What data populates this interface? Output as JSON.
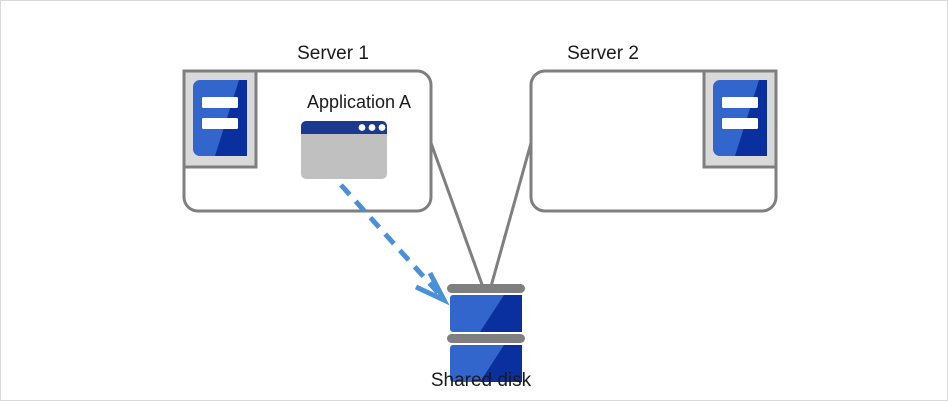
{
  "diagram": {
    "title_text": "",
    "nodes": {
      "server1": {
        "label": "Server 1",
        "icon": "server-icon",
        "icon_position": "left"
      },
      "server2": {
        "label": "Server 2",
        "icon": "server-icon",
        "icon_position": "right"
      },
      "application_a": {
        "label": "Application A",
        "icon": "application-window-icon",
        "hosted_on": "Server 1"
      },
      "shared_disk": {
        "label": "Shared disk",
        "icon": "disk-stack-icon",
        "platters": 2
      }
    },
    "connections": [
      {
        "name": "server1-to-disk",
        "from": "Server 1",
        "to": "Shared disk",
        "style": "solid",
        "color": "#7f7f7f"
      },
      {
        "name": "server2-to-disk",
        "from": "Server 2",
        "to": "Shared disk",
        "style": "solid",
        "color": "#7f7f7f"
      },
      {
        "name": "application-a-to-disk",
        "from": "Application A",
        "to": "Shared disk",
        "style": "dashed",
        "color": "#4a90d9",
        "arrow": true
      }
    ],
    "colors": {
      "frame_border": "#d9d9d9",
      "box_border": "#7f7f7f",
      "connector": "#7f7f7f",
      "dashed_arrow": "#4a90d9",
      "icon_blue_light": "#3366cc",
      "icon_blue_dark": "#0a2f9e",
      "icon_backing": "#d9d9d9",
      "icon_backing_border": "#7f7f7f",
      "window_titlebar": "#1a3a8f",
      "window_body": "#c0c0c0",
      "disk_band": "#7f7f7f",
      "text": "#1a1a1a"
    }
  }
}
